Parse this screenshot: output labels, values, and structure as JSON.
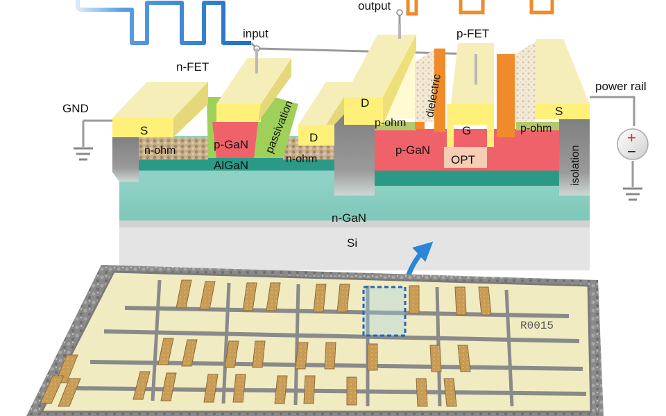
{
  "labels": {
    "output": "output",
    "input": "input",
    "n_fet": "n-FET",
    "p_fet": "p-FET",
    "gnd": "GND",
    "power_rail": "power rail",
    "dielectric": "dielectric",
    "passivation": "passivation",
    "isolation": "isolation",
    "s_left": "S",
    "d_left": "D",
    "d_mid": "D",
    "s_right": "S",
    "g": "G",
    "n_ohm_left": "n-ohm",
    "n_ohm_mid": "n-ohm",
    "p_ohm_left": "p-ohm",
    "p_ohm_right": "p-ohm",
    "p_gan_left": "p-GaN",
    "p_gan_right": "p-GaN",
    "algan": "AlGaN",
    "opt": "OPT",
    "n_gan": "n-GaN",
    "si": "Si",
    "chip_id": "R0015",
    "battery_plus": "+",
    "battery_minus": "−"
  },
  "colors": {
    "electrode": "#efe6a0",
    "electrode_top": "#f6eeb8",
    "ohmic": "#ffe95a",
    "p_gan": "#f0626a",
    "algan": "#2a9a86",
    "n_gan": "#8fd2c5",
    "si": "#dcdcdc",
    "passivation": "#9fd05a",
    "dielectric": "#f29a22",
    "isolation": "#8c8c8c",
    "contact": "#b89f7c",
    "input_wave": "#2a7fd4",
    "output_wave": "#ef8b2a",
    "highlight": "#1f67b5",
    "chip_frame": "#767676",
    "chip_pad": "#c89c55"
  }
}
